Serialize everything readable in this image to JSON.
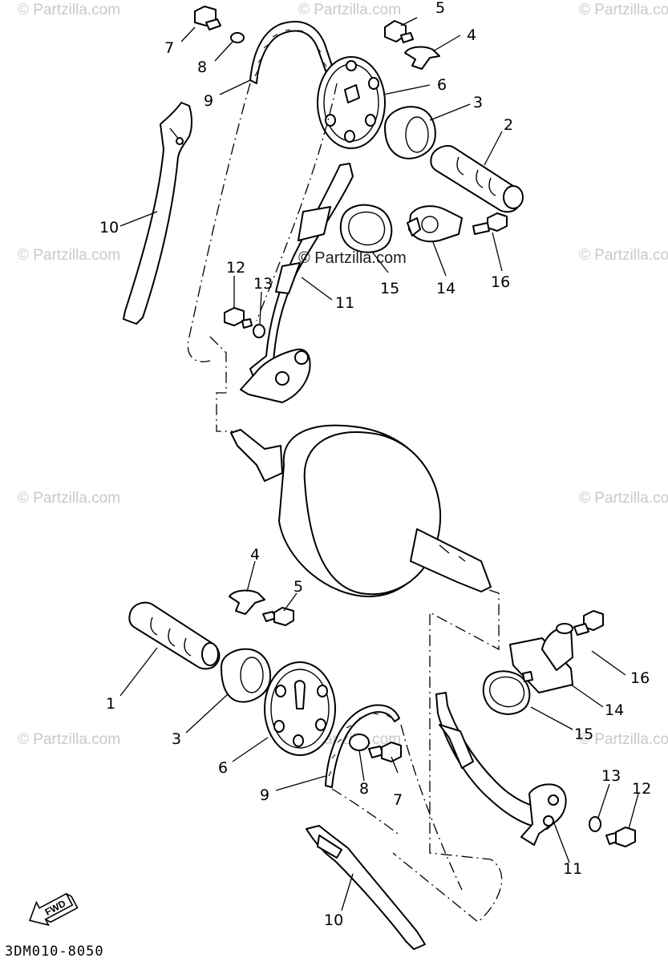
{
  "watermarks": {
    "brand": "© Partzilla.com",
    "center": "© Partzilla.com"
  },
  "diagram_code": "3DM010-8050",
  "fwd_label": "FWD",
  "callouts": {
    "c1": "1",
    "c2": "2",
    "c3_top": "3",
    "c3_bottom": "3",
    "c4_top": "4",
    "c4_bottom": "4",
    "c5_top": "5",
    "c5_bottom": "5",
    "c6_top": "6",
    "c6_bottom": "6",
    "c7_top": "7",
    "c7_bottom": "7",
    "c8_top": "8",
    "c8_bottom": "8",
    "c9_top": "9",
    "c9_bottom": "9",
    "c10_top": "10",
    "c10_bottom": "10",
    "c11_top": "11",
    "c11_bottom": "11",
    "c12_top": "12",
    "c12_bottom": "12",
    "c13_top": "13",
    "c13_bottom": "13",
    "c14_top": "14",
    "c14_bottom": "14",
    "c15_top": "15",
    "c15_bottom": "15",
    "c16_top": "16",
    "c16_bottom": "16"
  }
}
